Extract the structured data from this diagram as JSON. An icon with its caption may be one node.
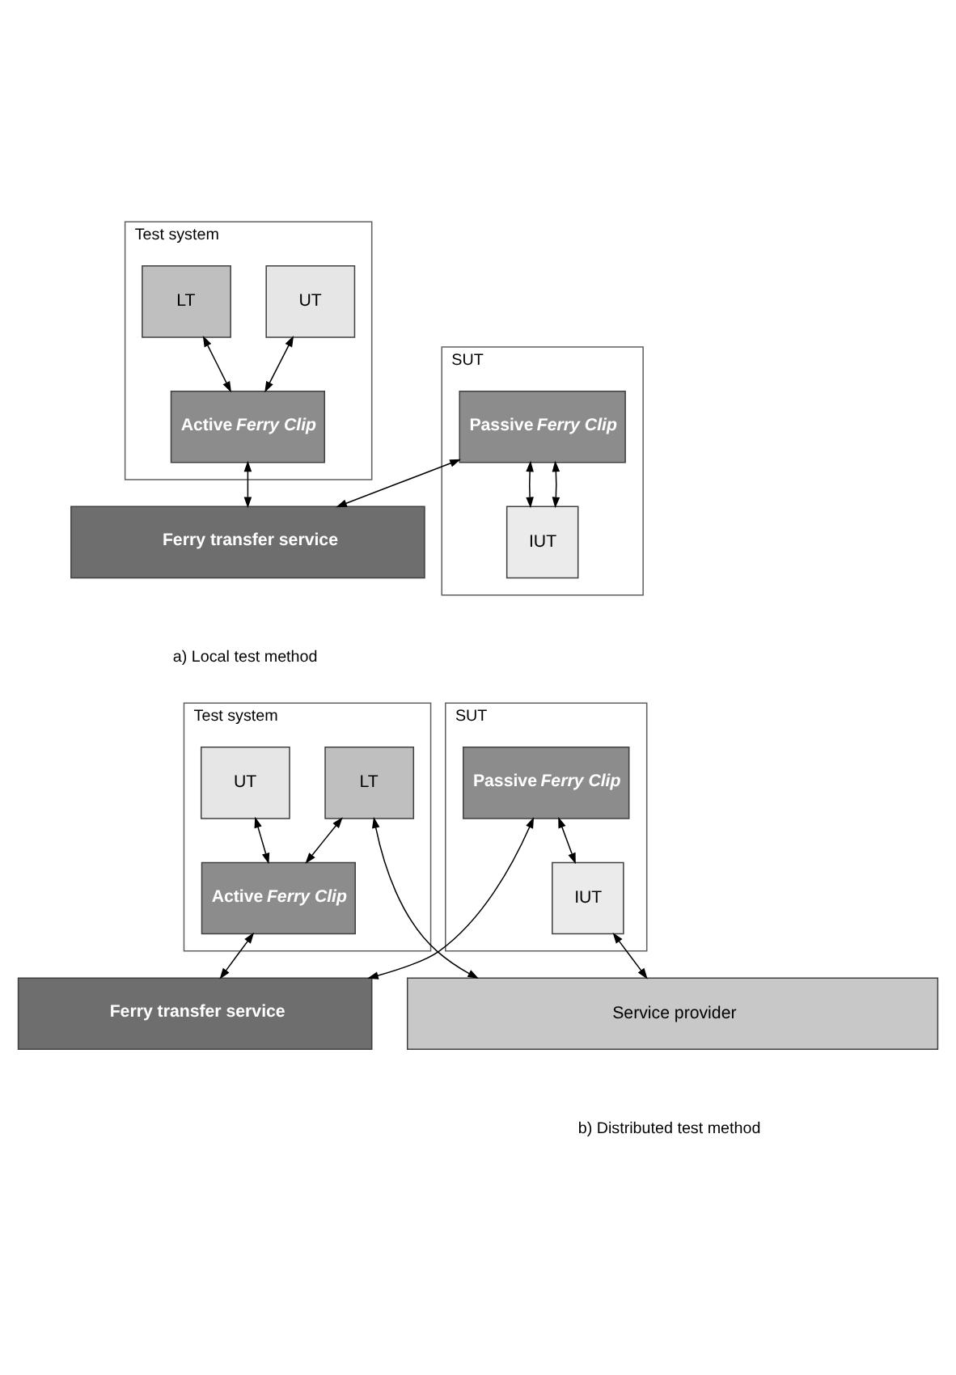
{
  "diagram": {
    "nodes": [
      {
        "text": [
          "Test system"
        ]
      },
      {
        "text": [
          "UT"
        ],
        "in": 0
      },
      {
        "text": [
          "LT"
        ],
        "in": 0
      },
      {
        "text": [
          "Active *Ferry Clip*"
        ],
        "in": 0
      },
      {
        "text": [
          "SUT"
        ]
      },
      {
        "text": [
          "Passive *Ferry Clip*"
        ],
        "in": 4
      },
      {
        "text": [
          "IUT"
        ],
        "in": 4
      },
      {
        "text": [
          "Ferry transfer service"
        ]
      },
      {
        "text": [
          "Test system"
        ]
      },
      {
        "text": [
          "UT"
        ],
        "in": 8
      },
      {
        "text": [
          "LT"
        ],
        "in": 8
      },
      {
        "text": [
          "Active *Ferry Clip*"
        ],
        "in": 8
      },
      {
        "text": [
          "SUT"
        ]
      },
      {
        "text": [
          "Passive *Ferry Clip*"
        ],
        "in": 12
      },
      {
        "text": [
          "IUT"
        ],
        "in": 12
      },
      {
        "text": [
          "Ferry transfer service"
        ]
      },
      {
        "text": [
          "Service provider"
        ]
      }
    ],
    "edges": [
      {
        "from": 1,
        "to": 3,
        "arrow": "both"
      },
      {
        "from": 2,
        "to": 3,
        "arrow": "both"
      },
      {
        "from": 3,
        "to": 7,
        "arrow": "both"
      },
      {
        "from": 5,
        "to": 7,
        "arrow": "both"
      },
      {
        "from": 5,
        "to": 6,
        "arrow": "both"
      },
      {
        "from": 5,
        "to": 6,
        "arrow": "both"
      },
      {
        "from": 9,
        "to": 11,
        "arrow": "both"
      },
      {
        "from": 10,
        "to": 11,
        "arrow": "both"
      },
      {
        "from": 11,
        "to": 15,
        "arrow": "both"
      },
      {
        "from": 13,
        "to": 15,
        "arrow": "both"
      },
      {
        "from": 13,
        "to": 14,
        "arrow": "both"
      },
      {
        "from": 10,
        "to": 16,
        "arrow": "both"
      },
      {
        "from": 14,
        "to": 16,
        "arrow": "both"
      }
    ],
    "labels": [
      "a) Local test method",
      "b) Distributed test method"
    ]
  }
}
